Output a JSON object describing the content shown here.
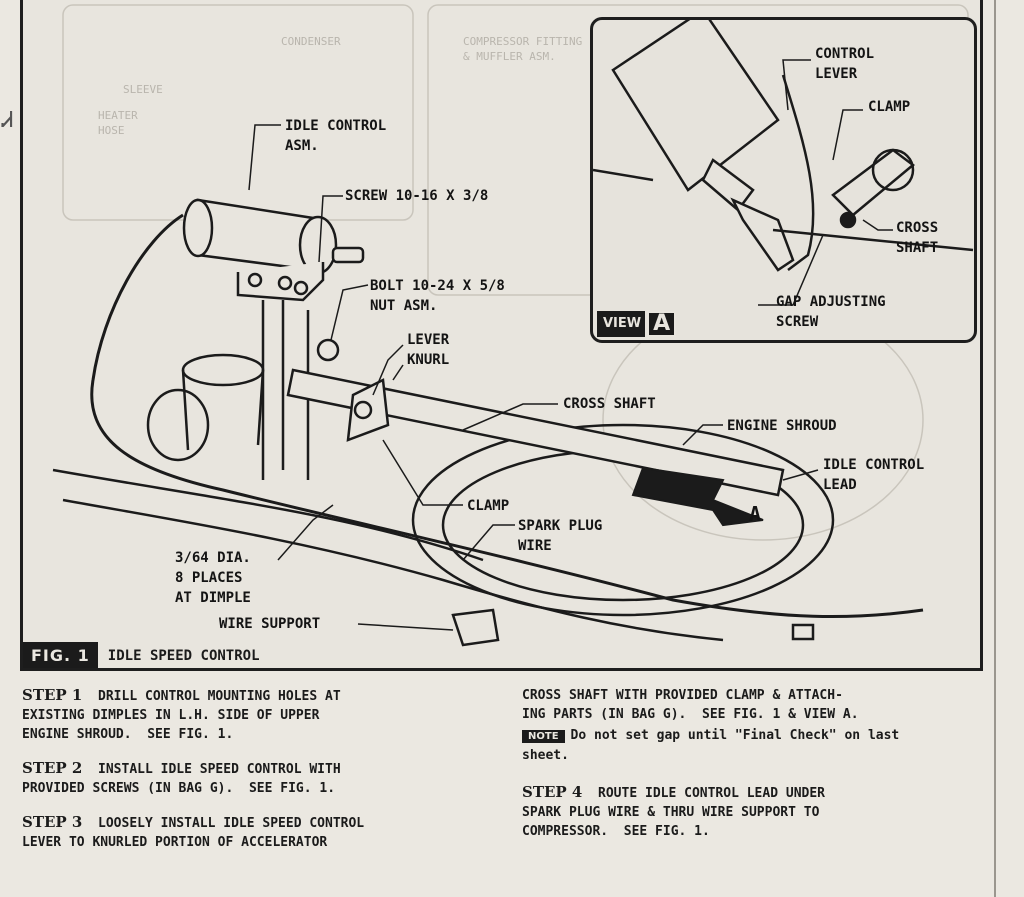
{
  "margin_mark": "Ꮧ",
  "figure": {
    "label": "FIG. 1",
    "title": "IDLE SPEED CONTROL",
    "callouts": {
      "idle_control_asm": "IDLE CONTROL\nASM.",
      "screw": "SCREW 10-16 X 3/8",
      "bolt": "BOLT 10-24 X 5/8\nNUT ASM.",
      "lever": "LEVER",
      "knurl": "KNURL",
      "cross_shaft": "CROSS SHAFT",
      "engine_shroud": "ENGINE SHROUD",
      "idle_control_lead": "IDLE CONTROL\nLEAD",
      "clamp": "CLAMP",
      "spark_plug_wire": "SPARK PLUG\nWIRE",
      "dia_places": "3/64 DIA.\n8 PLACES\nAT DIMPLE",
      "wire_support": "WIRE SUPPORT",
      "arrow_a": "A"
    },
    "view_a": {
      "badge_view": "VIEW",
      "badge_letter": "A",
      "callouts": {
        "control_lever": "CONTROL\nLEVER",
        "clamp": "CLAMP",
        "cross_shaft": "CROSS\nSHAFT",
        "gap_adjusting_screw": "GAP ADJUSTING\nSCREW"
      }
    },
    "ghost_text": {
      "condenser": "CONDENSER",
      "sleeve": "SLEEVE",
      "heater_hose": "HEATER\nHOSE",
      "compressor_fitting": "COMPRESSOR FITTING\n& MUFFLER ASM."
    }
  },
  "steps": {
    "step1": {
      "no": "STEP 1",
      "text": "  DRILL CONTROL MOUNTING HOLES AT\nEXISTING DIMPLES IN L.H. SIDE OF UPPER\nENGINE SHROUD.  SEE FIG. 1."
    },
    "step2": {
      "no": "STEP 2",
      "text": "  INSTALL IDLE SPEED CONTROL WITH\nPROVIDED SCREWS (IN BAG G).  SEE FIG. 1."
    },
    "step3": {
      "no": "STEP 3",
      "text": "  LOOSELY INSTALL IDLE SPEED CONTROL\nLEVER TO KNURLED PORTION OF ACCELERATOR"
    },
    "step3_cont": "CROSS SHAFT WITH PROVIDED CLAMP & ATTACH-\nING PARTS (IN BAG G).  SEE FIG. 1 & VIEW A.",
    "note_tag": "NOTE",
    "note_text": "Do not set gap until \"Final Check\" on last\nsheet.",
    "step4": {
      "no": "STEP 4",
      "text": "  ROUTE IDLE CONTROL LEAD UNDER\nSPARK PLUG WIRE & THRU WIRE SUPPORT TO\nCOMPRESSOR.  SEE FIG. 1."
    }
  }
}
